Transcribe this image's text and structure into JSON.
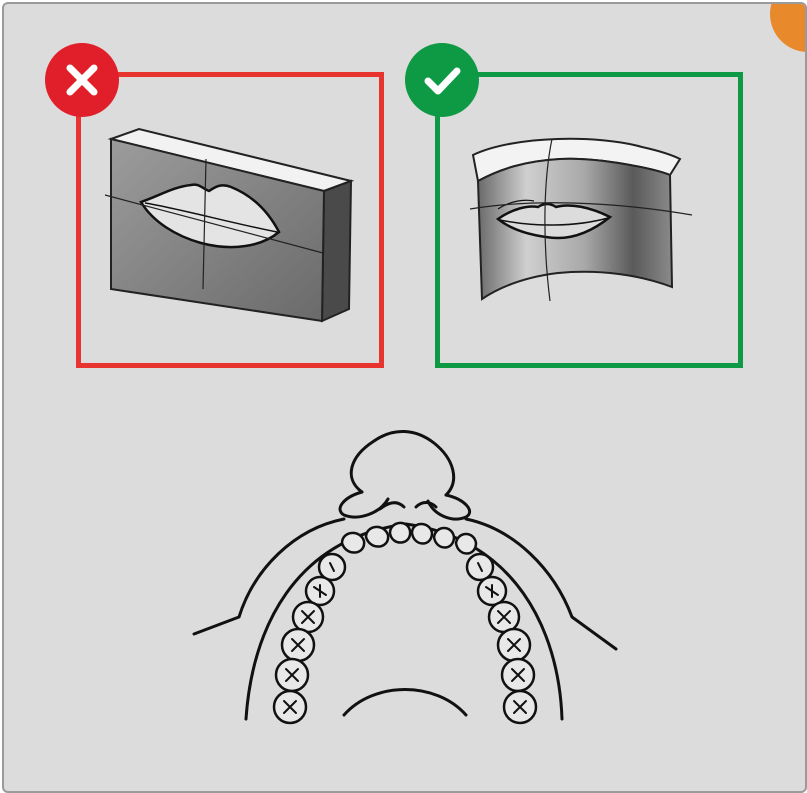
{
  "colors": {
    "background": "#dcdcdc",
    "wrong": "#e8342f",
    "correct": "#0e9a45",
    "badge": "#e8892b"
  },
  "icons": {
    "incorrect": "cross-mark-icon",
    "correct": "check-mark-icon",
    "corner": "badge-icon"
  },
  "illustrations": [
    "flat-block-lips",
    "curved-block-lips",
    "dental-arch"
  ]
}
